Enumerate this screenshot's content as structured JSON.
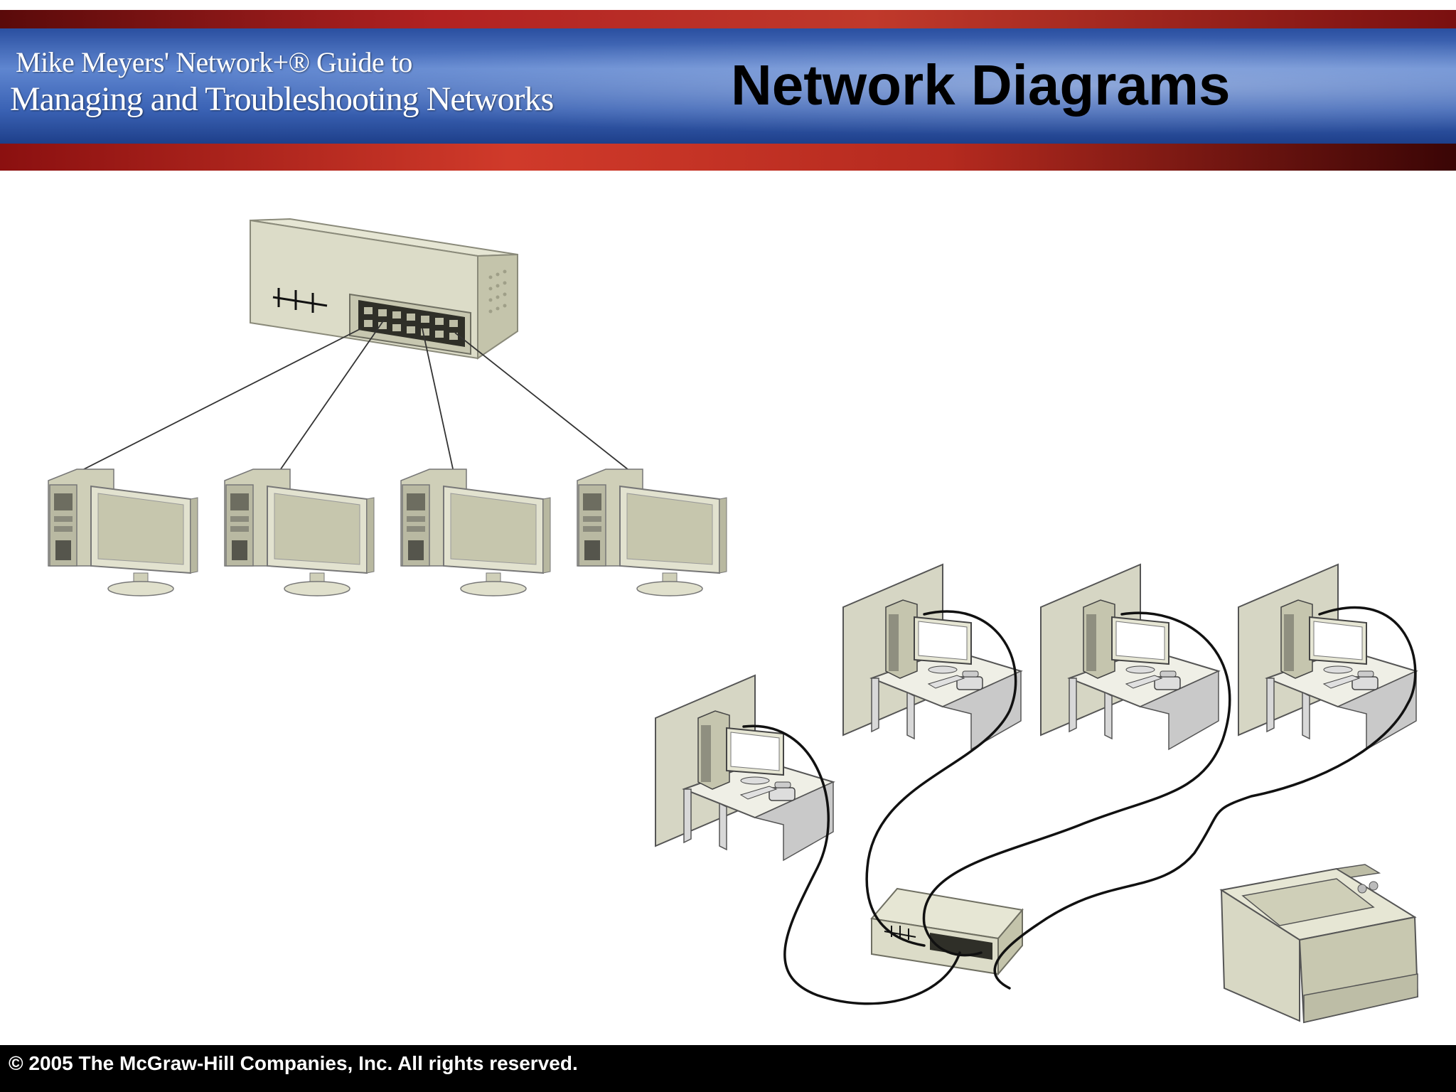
{
  "header": {
    "book_line1": "Mike Meyers' Network+® Guide to",
    "book_line2": "Managing and Troubleshooting Networks",
    "title": "Network Diagrams"
  },
  "footer": {
    "copyright": "© 2005 The McGraw-Hill Companies, Inc.  All rights reserved."
  },
  "colors": {
    "device_beige": "#d6d6be",
    "cable": "#111111",
    "banner_blue": "#3b63b5",
    "banner_red": "#b22222"
  },
  "diagram": {
    "schematic": {
      "hub": "hub-icon",
      "computers": [
        "computer-icon",
        "computer-icon",
        "computer-icon",
        "computer-icon"
      ]
    },
    "office_layout": {
      "workstations": [
        "cubicle-workstation-icon",
        "cubicle-workstation-icon",
        "cubicle-workstation-icon",
        "cubicle-workstation-icon"
      ],
      "hub": "hub-icon",
      "printer": "printer-icon"
    }
  }
}
